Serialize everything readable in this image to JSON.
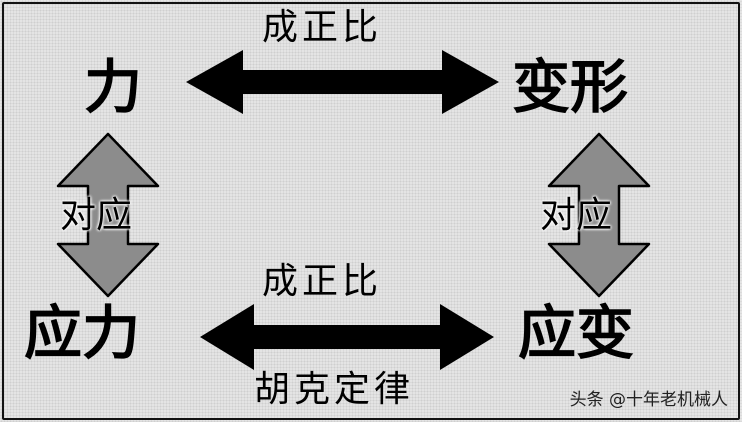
{
  "diagram": {
    "top_left_term": "力",
    "top_right_term": "变形",
    "bottom_left_term": "应力",
    "bottom_right_term": "应变",
    "top_relation": "成正比",
    "bottom_relation": "成正比",
    "bottom_law": "胡克定律",
    "left_vertical_relation": "对应",
    "right_vertical_relation": "对应"
  },
  "watermark": {
    "text": "头条 @十年老机械人"
  },
  "colors": {
    "arrow_black": "#000000",
    "arrow_gray": "#8c8c8c",
    "background": "#e4e4e4"
  }
}
